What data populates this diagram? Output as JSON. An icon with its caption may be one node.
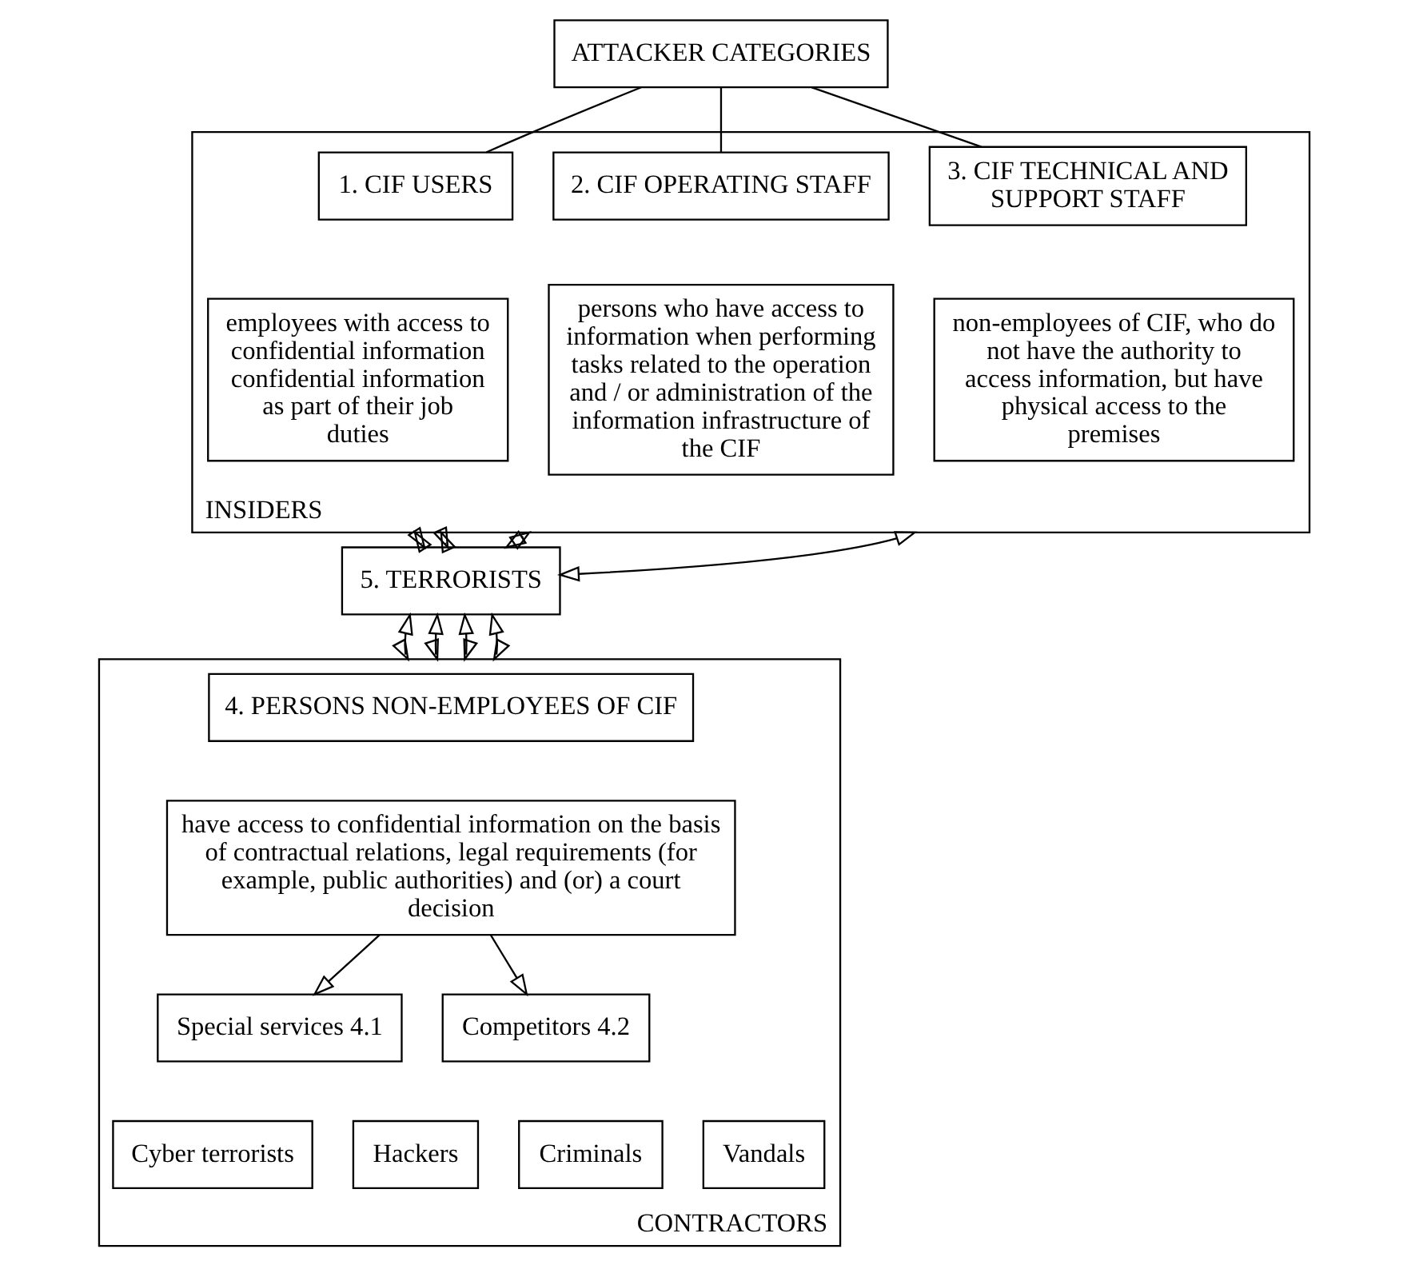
{
  "diagram": {
    "nodes": [
      {
        "text": [
          "ATTACKER CATEGORIES"
        ]
      },
      {
        "text": [
          "INSIDERS"
        ]
      },
      {
        "text": [
          "1. CIF USERS"
        ],
        "in": 1
      },
      {
        "text": [
          "employees with access to confidential information confidential information as part of their job duties"
        ],
        "in": 1
      },
      {
        "text": [
          "2. CIF OPERATING STAFF"
        ],
        "in": 1
      },
      {
        "text": [
          "persons who have access to information when performing tasks related to the operation and / or administration of the information infrastructure of the CIF"
        ],
        "in": 1
      },
      {
        "text": [
          "3. CIF TECHNICAL AND SUPPORT STAFF"
        ],
        "in": 1
      },
      {
        "text": [
          "non-employees of CIF, who do not have the authority to access information, but have physical access to the premises"
        ],
        "in": 1
      },
      {
        "text": [
          "5. TERRORISTS"
        ]
      },
      {
        "text": [
          "CONTRACTORS"
        ]
      },
      {
        "text": [
          "4. PERSONS NON-EMPLOYEES OF CIF"
        ],
        "in": 9
      },
      {
        "text": [
          "have access to confidential information on the basis of contractual relations, legal requirements (for example, public authorities) and (or) a court decision"
        ],
        "in": 9
      },
      {
        "text": [
          "Special services 4.1"
        ],
        "in": 9
      },
      {
        "text": [
          "Competitors 4.2"
        ],
        "in": 9
      },
      {
        "text": [
          "Cyber terrorists"
        ],
        "in": 9
      },
      {
        "text": [
          "Hackers"
        ],
        "in": 9
      },
      {
        "text": [
          "Criminals"
        ],
        "in": 9
      },
      {
        "text": [
          "Vandals"
        ],
        "in": 9
      }
    ],
    "edges": [
      {
        "from": 0,
        "to": 2,
        "arrow": "none"
      },
      {
        "from": 0,
        "to": 4,
        "arrow": "none"
      },
      {
        "from": 0,
        "to": 6,
        "arrow": "none"
      },
      {
        "from": 1,
        "to": 8,
        "arrow": "both"
      },
      {
        "from": 1,
        "to": 8,
        "arrow": "both"
      },
      {
        "from": 1,
        "to": 8,
        "arrow": "both"
      },
      {
        "from": 1,
        "to": 8,
        "arrow": "both"
      },
      {
        "from": 8,
        "to": 9,
        "arrow": "both"
      },
      {
        "from": 8,
        "to": 9,
        "arrow": "both"
      },
      {
        "from": 8,
        "to": 9,
        "arrow": "both"
      },
      {
        "from": 8,
        "to": 9,
        "arrow": "both"
      },
      {
        "from": 11,
        "to": 12,
        "arrow": "to"
      },
      {
        "from": 11,
        "to": 13,
        "arrow": "to"
      }
    ]
  }
}
